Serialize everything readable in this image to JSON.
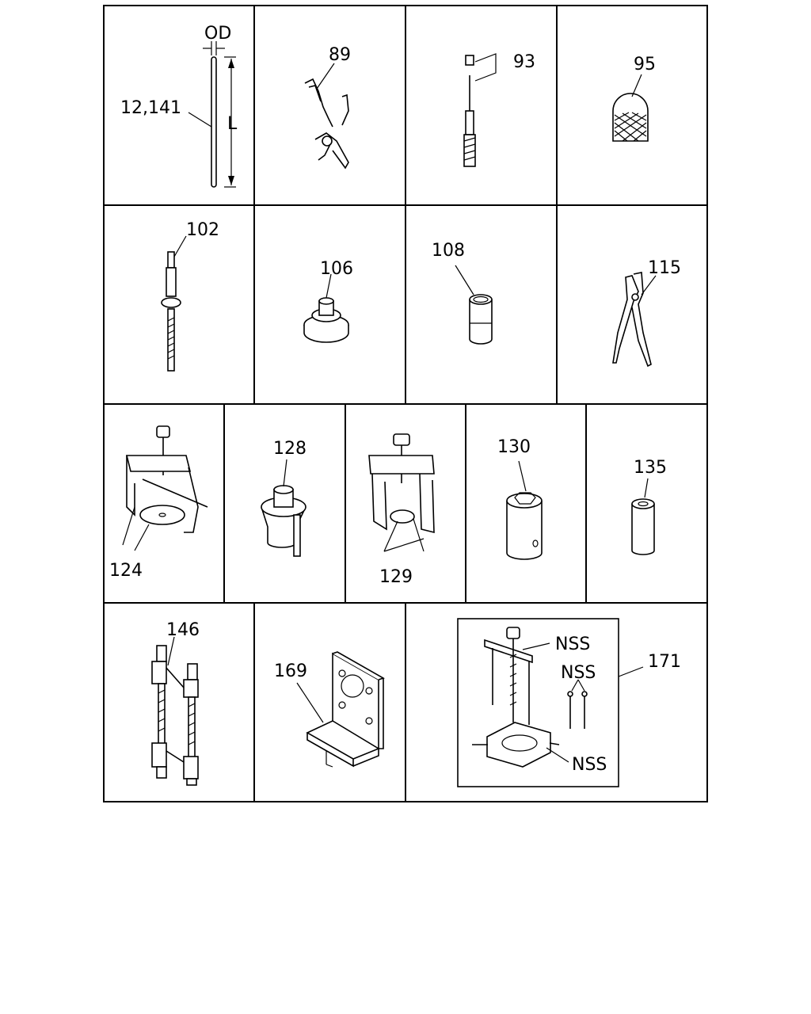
{
  "labels": {
    "od": "OD",
    "length": "L",
    "p12": "12,141",
    "p89": "89",
    "p93": "93",
    "p95": "95",
    "p102": "102",
    "p106": "106",
    "p108": "108",
    "p115": "115",
    "p124": "124",
    "p128": "128",
    "p129": "129",
    "p130": "130",
    "p135": "135",
    "p146": "146",
    "p169": "169",
    "p171": "171",
    "nss1": "NSS",
    "nss2": "NSS",
    "nss3": "NSS"
  }
}
